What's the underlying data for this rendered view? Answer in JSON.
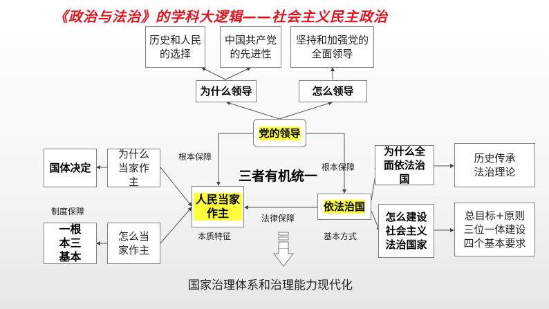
{
  "title": "《政治与法治》的学科大逻辑——社会主义民主政治",
  "top_boxes": [
    "历史和人民的选择",
    "中国共产党的先进性",
    "坚持和加强党的全面领导"
  ],
  "why_lead": "为什么领导",
  "how_lead": "怎么领导",
  "party_leadership": "党的领导",
  "people_master": "人民当家作主",
  "rule_of_law": "依法治国",
  "unity": "三者有机统一",
  "labels": {
    "fundamental_left": "根本保障",
    "fundamental_right": "根本保障",
    "legal": "法律保障",
    "essence": "本质特征",
    "basic_method": "基本方式",
    "institutional": "制度保障"
  },
  "left": {
    "why_master": "为什么当家作主",
    "state_nature": "国体决定",
    "how_master": "怎么当家作主",
    "one_three": "一根本三基本"
  },
  "right": {
    "why_rule": "为什么全面依法治国",
    "history": "历史传承法治理论",
    "how_build": "怎么建设社会主义法治国家",
    "goals": "总目标+原则三位一体建设四个基本要求"
  },
  "bottom": "国家治理体系和治理能力现代化"
}
